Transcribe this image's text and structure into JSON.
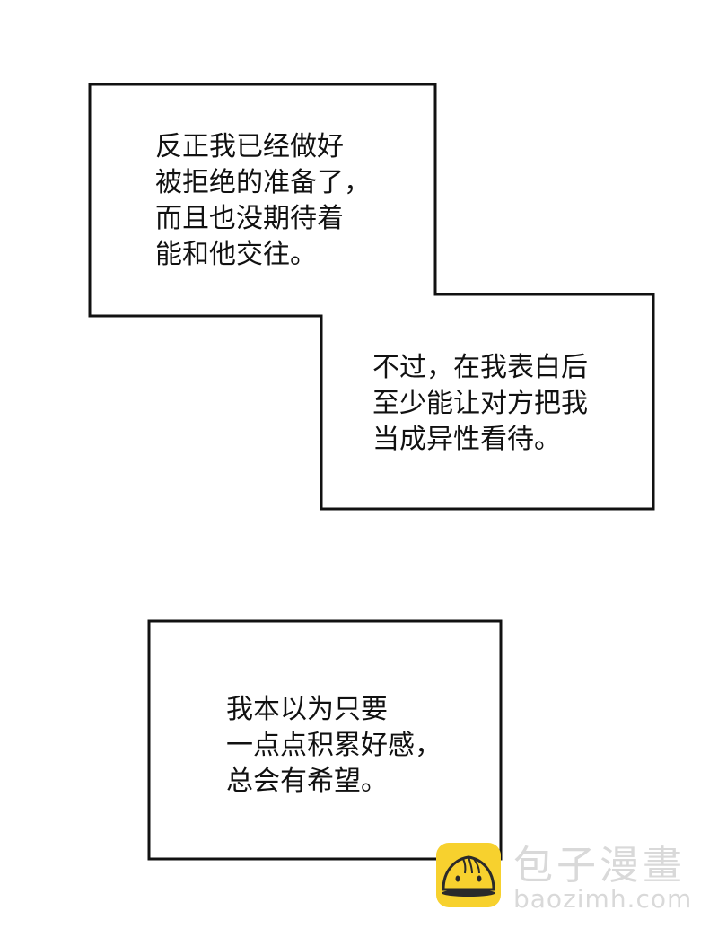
{
  "panels": [
    {
      "id": "panel-1",
      "blocks": [
        {
          "lines": [
            "反正我已经做好",
            "被拒绝的准备了，",
            "而且也没期待着",
            "能和他交往。"
          ]
        },
        {
          "lines": [
            "不过，在我表白后",
            "至少能让对方把我",
            "当成异性看待。"
          ]
        }
      ]
    },
    {
      "id": "panel-2",
      "blocks": [
        {
          "lines": [
            "我本以为只要",
            "一点点积累好感，",
            "总会有希望。"
          ]
        }
      ]
    }
  ],
  "watermark": {
    "logo_icon": "steamed-bun-icon",
    "title": "包子漫畫",
    "url": "baozimh.com",
    "logo_color": "#f7d12e"
  },
  "colors": {
    "background": "#ffffff",
    "border": "#111111",
    "text": "#111111",
    "watermark_text": "#d9d9d9"
  }
}
